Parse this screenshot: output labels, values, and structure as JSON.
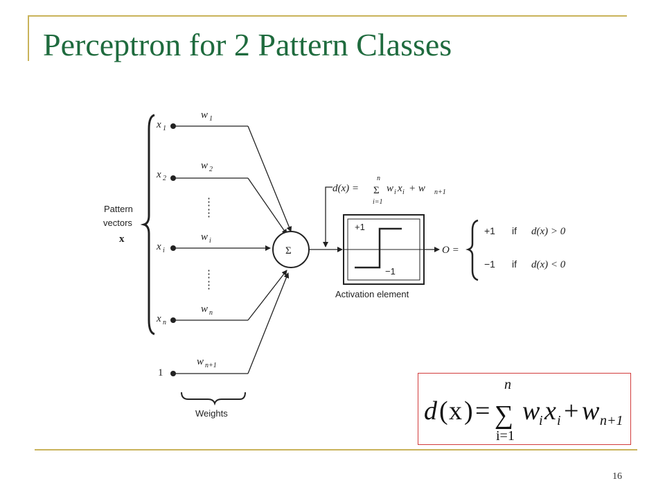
{
  "slide": {
    "title": "Perceptron for 2 Pattern Classes",
    "number": "16"
  },
  "colors": {
    "title": "#1f6b3e",
    "frame": "#c9b35a",
    "formula_border": "#d23b3b"
  },
  "diagram": {
    "inputs": [
      {
        "var": "x",
        "sub": "1",
        "weight_var": "w",
        "weight_sub": "1"
      },
      {
        "var": "x",
        "sub": "2",
        "weight_var": "w",
        "weight_sub": "2"
      },
      {
        "var": "x",
        "sub": "i",
        "weight_var": "w",
        "weight_sub": "i"
      },
      {
        "var": "x",
        "sub": "n",
        "weight_var": "w",
        "weight_sub": "n"
      },
      {
        "var": "1",
        "sub": "",
        "weight_var": "w",
        "weight_sub": "n+1"
      }
    ],
    "pattern_label": [
      "Pattern",
      "vectors",
      "x"
    ],
    "weights_label": "Weights",
    "sum_symbol": "Σ",
    "decision_function": {
      "lhs": "d(x) =",
      "sum": "Σ",
      "upper": "n",
      "lower": "i=1",
      "terms": "w",
      "rest": "+ w"
    },
    "activation": {
      "plus": "+1",
      "minus": "−1",
      "label": "Activation element"
    },
    "output": {
      "symbol": "O =",
      "case1_value": "+1",
      "case1_if": "if",
      "case1_cond": "d(x) > 0",
      "case2_value": "−1",
      "case2_if": "if",
      "case2_cond": "d(x) < 0"
    }
  },
  "formula": {
    "lhs": "d",
    "arg": "x",
    "equals": "=",
    "sum": "∑",
    "upper": "n",
    "lower": "i=1",
    "term1": "w",
    "term1_sub": "i",
    "term2": "x",
    "term2_sub": "i",
    "plus": "+",
    "term3": "w",
    "term3_sub": "n+1"
  }
}
